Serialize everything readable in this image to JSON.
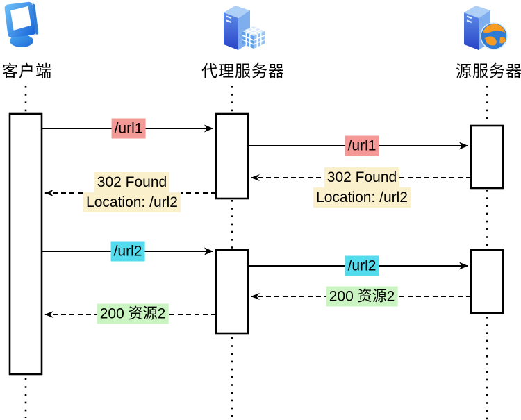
{
  "actors": [
    {
      "label": "客户端",
      "icon": "client-computer-icon"
    },
    {
      "label": "代理服务器",
      "icon": "proxy-server-icon"
    },
    {
      "label": "源服务器",
      "icon": "origin-server-icon"
    }
  ],
  "messages": [
    {
      "text": "/url1",
      "kind": "request",
      "from": "客户端",
      "to": "代理服务器",
      "highlight": "#F49996",
      "line_style": "solid"
    },
    {
      "text": "/url1",
      "kind": "request",
      "from": "代理服务器",
      "to": "源服务器",
      "highlight": "#F49996",
      "line_style": "solid"
    },
    {
      "line1": "302 Found",
      "line2": "Location: /url2",
      "kind": "response",
      "from": "源服务器",
      "to": "代理服务器",
      "highlight": "#FBF0CC",
      "line_style": "dashed"
    },
    {
      "line1": "302 Found",
      "line2": "Location: /url2",
      "kind": "response",
      "from": "代理服务器",
      "to": "客户端",
      "highlight": "#FBF0CC",
      "line_style": "dashed"
    },
    {
      "text": "/url2",
      "kind": "request",
      "from": "客户端",
      "to": "代理服务器",
      "highlight": "#55DBEE",
      "line_style": "solid"
    },
    {
      "text": "/url2",
      "kind": "request",
      "from": "代理服务器",
      "to": "源服务器",
      "highlight": "#55DBEE",
      "line_style": "solid"
    },
    {
      "text": "200 资源2",
      "kind": "response",
      "from": "源服务器",
      "to": "代理服务器",
      "highlight": "#CBF4C3",
      "line_style": "dashed"
    },
    {
      "text": "200 资源2",
      "kind": "response",
      "from": "代理服务器",
      "to": "客户端",
      "highlight": "#CBF4C3",
      "line_style": "dashed"
    }
  ],
  "colors": {
    "line": "#000000",
    "activation_fill": "#FFFFFF",
    "activation_border": "#000000",
    "highlight_red": "#F49996",
    "highlight_yellow": "#FBF0CC",
    "highlight_cyan": "#55DBEE",
    "highlight_green": "#CBF4C3",
    "icon_blue": "#2E7BD6",
    "globe_orange": "#F59B23"
  }
}
